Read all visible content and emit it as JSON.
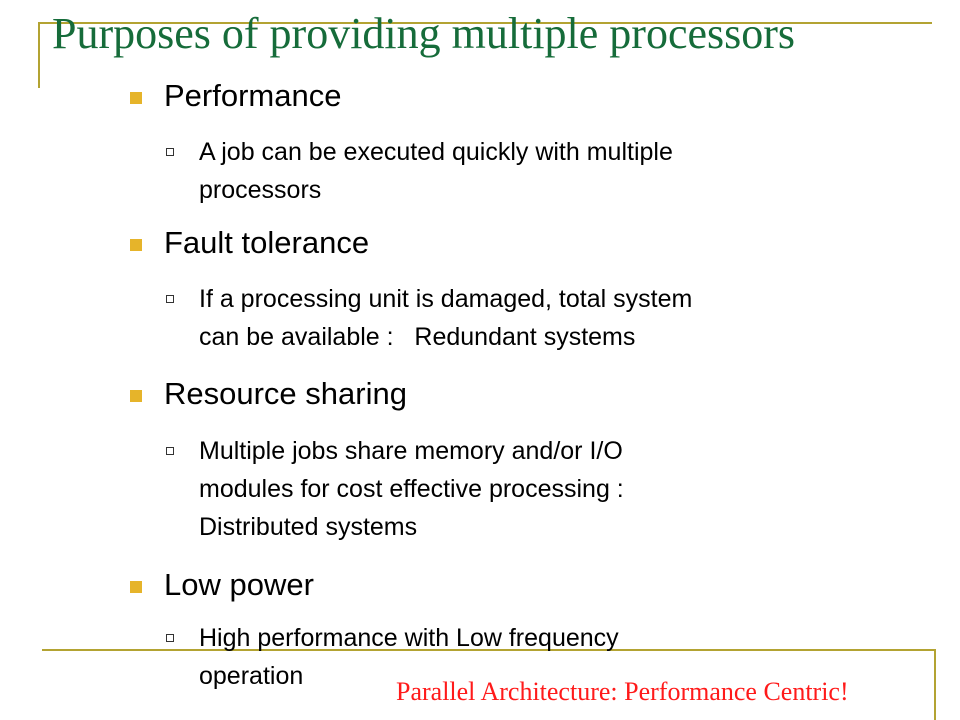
{
  "title": "Purposes of providing multiple processors",
  "bullets": [
    {
      "heading": "Performance",
      "sub_lines": [
        "A job can be executed quickly with multiple",
        "processors"
      ]
    },
    {
      "heading": "Fault tolerance",
      "sub_lines": [
        "If a processing unit is damaged, total system",
        "can be available :   Redundant systems"
      ]
    },
    {
      "heading": "Resource sharing",
      "sub_lines": [
        "Multiple jobs share memory and/or I/O",
        "modules for cost effective processing :",
        "Distributed systems"
      ]
    },
    {
      "heading": "Low power",
      "sub_lines": [
        "High performance with Low frequency",
        "operation"
      ]
    }
  ],
  "footer": "Parallel Architecture: Performance Centric!",
  "colors": {
    "title": "#166c3a",
    "rule_lines": "#b3a332",
    "bullet_primary": "#e6b42a",
    "footer": "#ff1a1a"
  }
}
